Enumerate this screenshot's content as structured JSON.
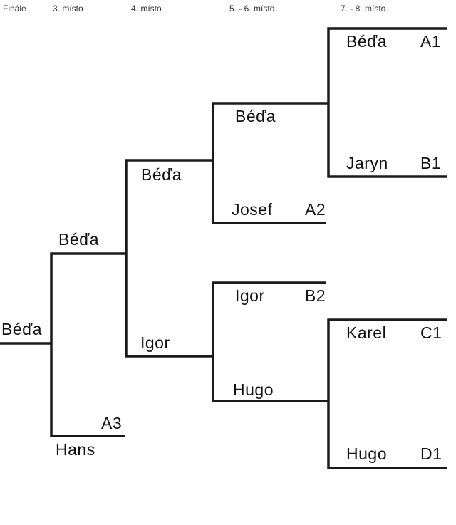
{
  "round_headers": [
    "Finále",
    "3. místo",
    "4. místo",
    "5. - 6. místo",
    "7. - 8. místo"
  ],
  "winner": "Béďa",
  "semifinal": {
    "top": "Béďa",
    "bottom": "Hans",
    "bottom_seed": "A3"
  },
  "quarterfinal": {
    "top": "Béďa",
    "bottom": "Igor"
  },
  "round3": [
    {
      "name": "Béďa",
      "seed": ""
    },
    {
      "name": "Josef",
      "seed": "A2"
    },
    {
      "name": "Igor",
      "seed": "B2"
    },
    {
      "name": "Hugo",
      "seed": ""
    }
  ],
  "round4": [
    {
      "name": "Béďa",
      "seed": "A1"
    },
    {
      "name": "Jaryn",
      "seed": "B1"
    },
    {
      "name": "Karel",
      "seed": "C1"
    },
    {
      "name": "Hugo",
      "seed": "D1"
    }
  ]
}
